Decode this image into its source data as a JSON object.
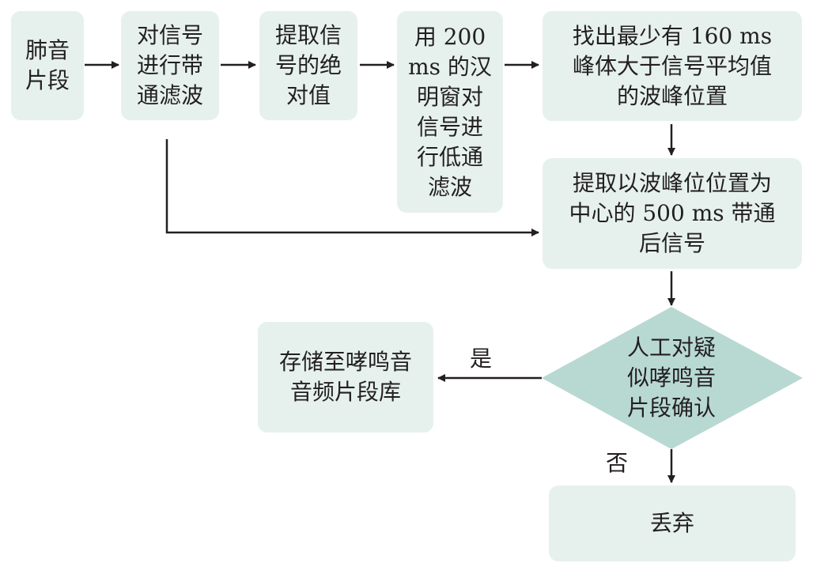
{
  "colors": {
    "box_fill": "#e6f1ee",
    "diamond_fill": "#b8d9d2",
    "line": "#231f20",
    "text": "#231f20"
  },
  "nodes": {
    "lung_segment": {
      "lines": [
        "肺音",
        "片段"
      ]
    },
    "bandpass": {
      "lines": [
        "对信号",
        "进行带",
        "通滤波"
      ]
    },
    "abs_value": {
      "lines": [
        "提取信",
        "号的绝",
        "对值"
      ]
    },
    "hanning_lowpass": {
      "lines": [
        "用 200",
        "ms 的汉",
        "明窗对",
        "信号进",
        "行低通",
        "滤波"
      ]
    },
    "find_peaks": {
      "lines": [
        "找出最少有 160 ms",
        "峰体大于信号平均值",
        "的波峰位置"
      ]
    },
    "extract_500ms": {
      "lines": [
        "提取以波峰位位置为",
        "中心的 500 ms 带通",
        "后信号"
      ]
    },
    "manual_confirm": {
      "lines": [
        "人工对疑",
        "似哮鸣音",
        "片段确认"
      ]
    },
    "store_library": {
      "lines": [
        "存储至哮鸣音",
        "音频片段库"
      ]
    },
    "discard": {
      "lines": [
        "丢弃"
      ]
    }
  },
  "edge_labels": {
    "yes": "是",
    "no": "否"
  }
}
